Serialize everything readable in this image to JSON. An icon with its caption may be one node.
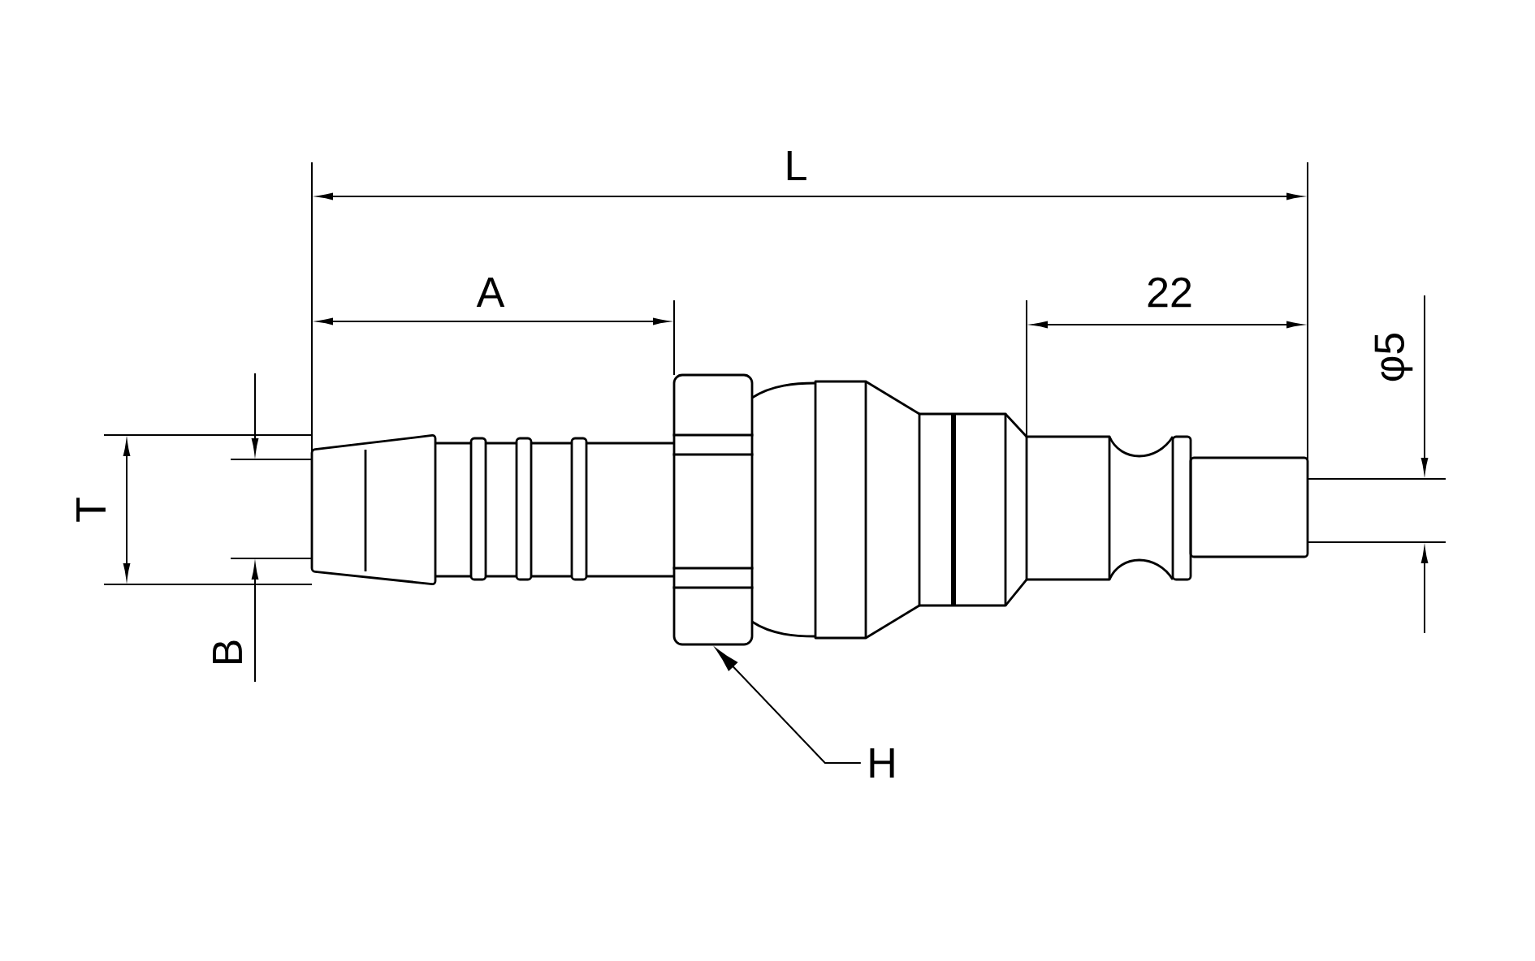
{
  "diagram": {
    "nodes": [
      {
        "text": [
          "H"
        ]
      },
      {
        "text": [],
        "shape": "box"
      }
    ],
    "edges": [
      {
        "from": 0,
        "to": 1,
        "arrow": "to"
      }
    ],
    "labels": [
      "L",
      "A",
      "22",
      "φ5",
      "T",
      "B"
    ]
  }
}
